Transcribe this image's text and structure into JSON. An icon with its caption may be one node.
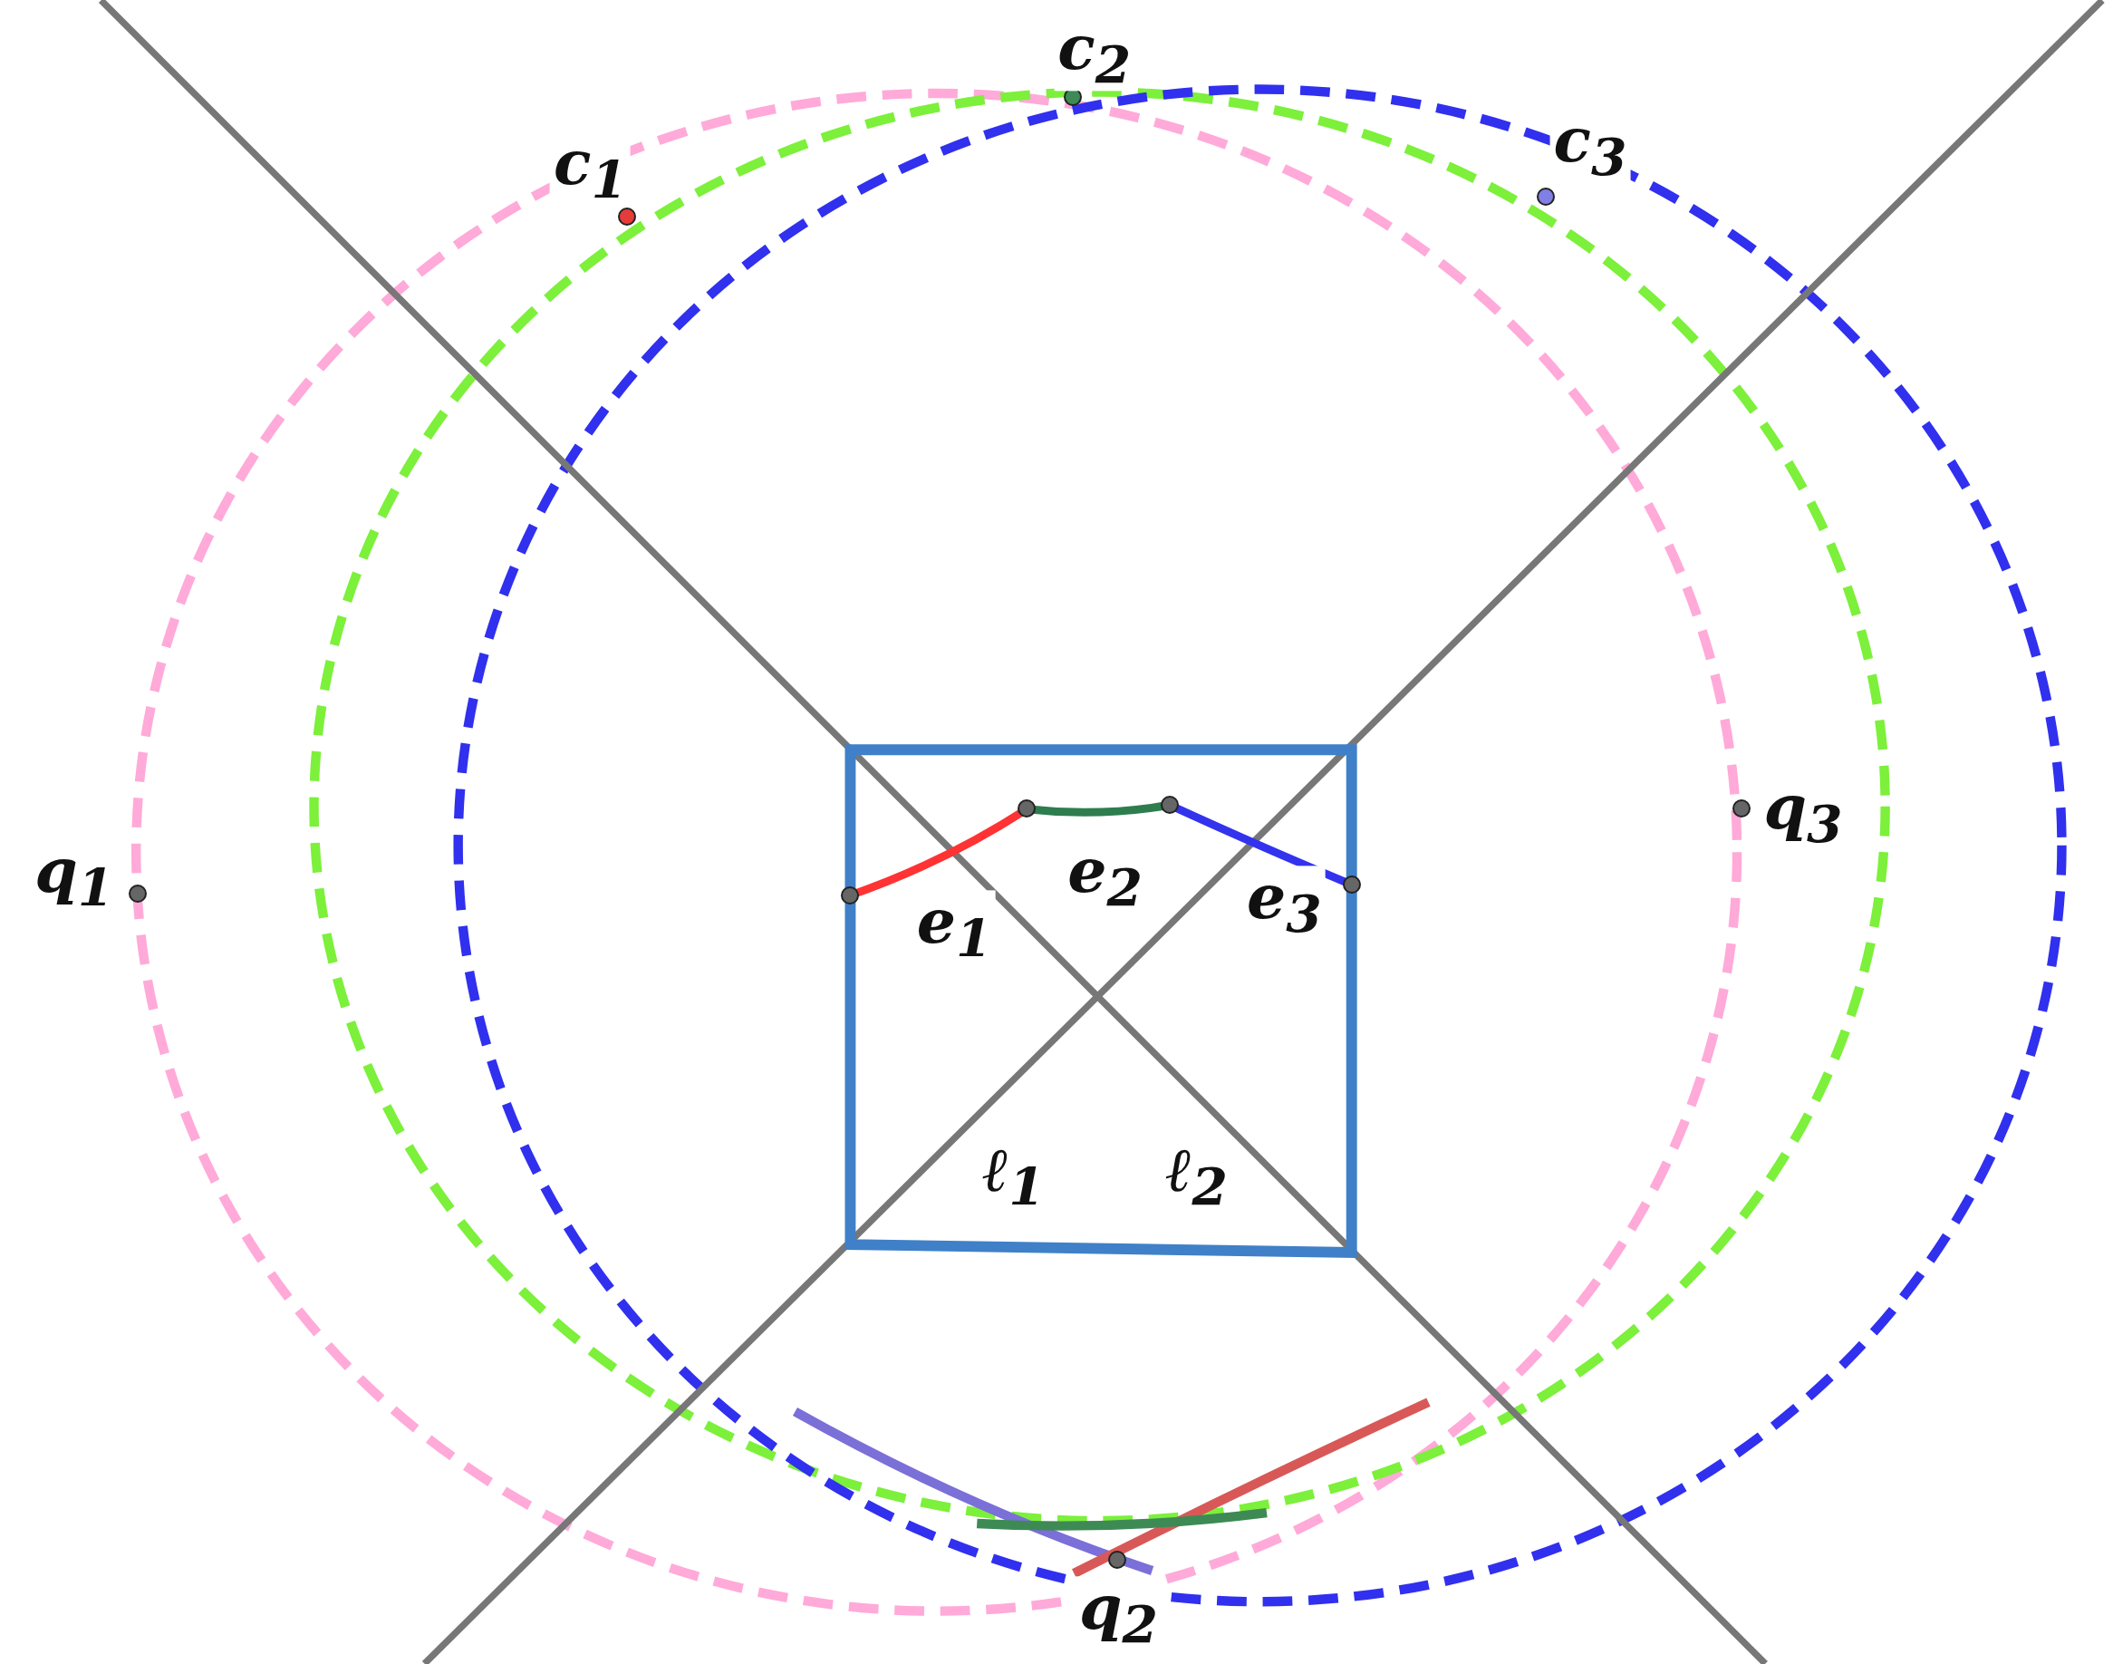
{
  "diagram": {
    "nodes": [
      {
        "text": [],
        "shape": "circle",
        "beside": [
          "c$_{1}$"
        ]
      },
      {
        "text": [],
        "shape": "circle",
        "beside": [
          "c$_{2}$"
        ]
      },
      {
        "text": [],
        "shape": "circle",
        "beside": [
          "c$_{3}$"
        ]
      },
      {
        "text": [],
        "shape": "circle",
        "beside": [
          "q$_{1}$"
        ]
      },
      {
        "text": [],
        "shape": "circle",
        "beside": [
          "q$_{2}$"
        ]
      },
      {
        "text": [],
        "shape": "circle",
        "beside": [
          "q$_{3}$"
        ]
      },
      {
        "text": [],
        "shape": "circle"
      },
      {
        "text": [],
        "shape": "circle"
      },
      {
        "text": [],
        "shape": "circle"
      },
      {
        "text": [],
        "shape": "circle"
      }
    ],
    "edges": [
      {
        "from": 6,
        "to": 7,
        "arrow": "none",
        "label": "e$_{1}$",
        "color": "#ff3333"
      },
      {
        "from": 7,
        "to": 8,
        "arrow": "none",
        "label": "e$_{2}$",
        "color": "#2e7d4f"
      },
      {
        "from": 8,
        "to": 9,
        "arrow": "none",
        "label": "e$_{3}$",
        "color": "#3333ee"
      }
    ],
    "labels": [
      "ℓ$_{1}$",
      "ℓ$_{2}$"
    ]
  }
}
